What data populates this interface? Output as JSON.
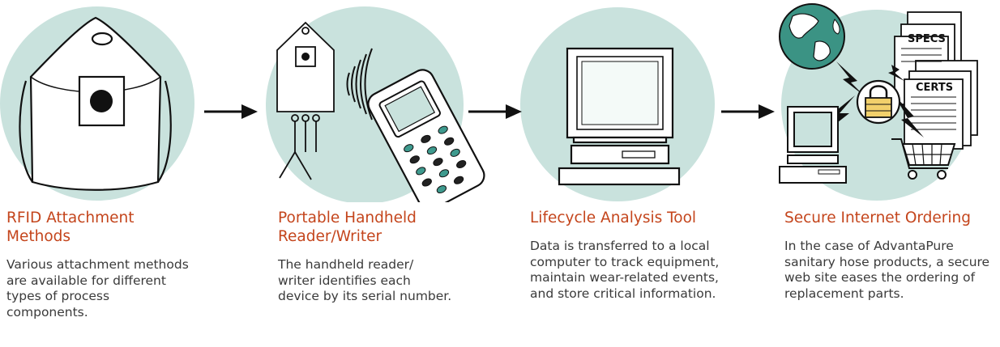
{
  "steps": [
    {
      "title": "RFID Attachment Methods",
      "description": "Various attachment methods are available for different types of process components."
    },
    {
      "title": "Portable Handheld Reader/Writer",
      "description": "The handheld reader/ writer identifies each device by its serial number."
    },
    {
      "title": "Lifecycle Analysis Tool",
      "description": "Data is transferred to a local computer to track equipment, maintain wear-related events, and store critical information."
    },
    {
      "title": "Secure Internet Ordering",
      "description": "In the case of AdvantaPure sanitary hose products, a secure web site eases the ordering of replacement parts."
    }
  ],
  "doc_labels": {
    "specs": "SPECS",
    "certs": "CERTS"
  },
  "colors": {
    "circle": "#c9e2dd",
    "heading": "#c4451c",
    "body_text": "#3a3a3a",
    "outline": "#111111",
    "keypad_teal": "#3e9a8e",
    "globe": "#3b9384"
  }
}
